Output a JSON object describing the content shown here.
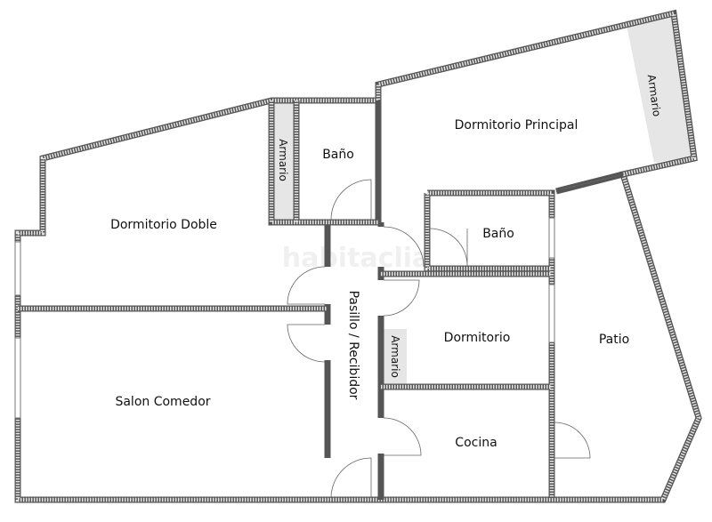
{
  "watermark": "habitaclia",
  "rooms": {
    "dormitorio_doble": "Dormitorio Doble",
    "armario_1": "Armario",
    "bano_1": "Baño",
    "dormitorio_principal": "Dormitorio Principal",
    "armario_2": "Armario",
    "bano_2": "Baño",
    "pasillo": "Pasillo / Recibidor",
    "dormitorio": "Dormitorio",
    "armario_3": "Armario",
    "patio": "Patio",
    "salon": "Salon Comedor",
    "cocina": "Cocina"
  },
  "colors": {
    "wall": "#555555",
    "closet": "#e6e6e6"
  }
}
